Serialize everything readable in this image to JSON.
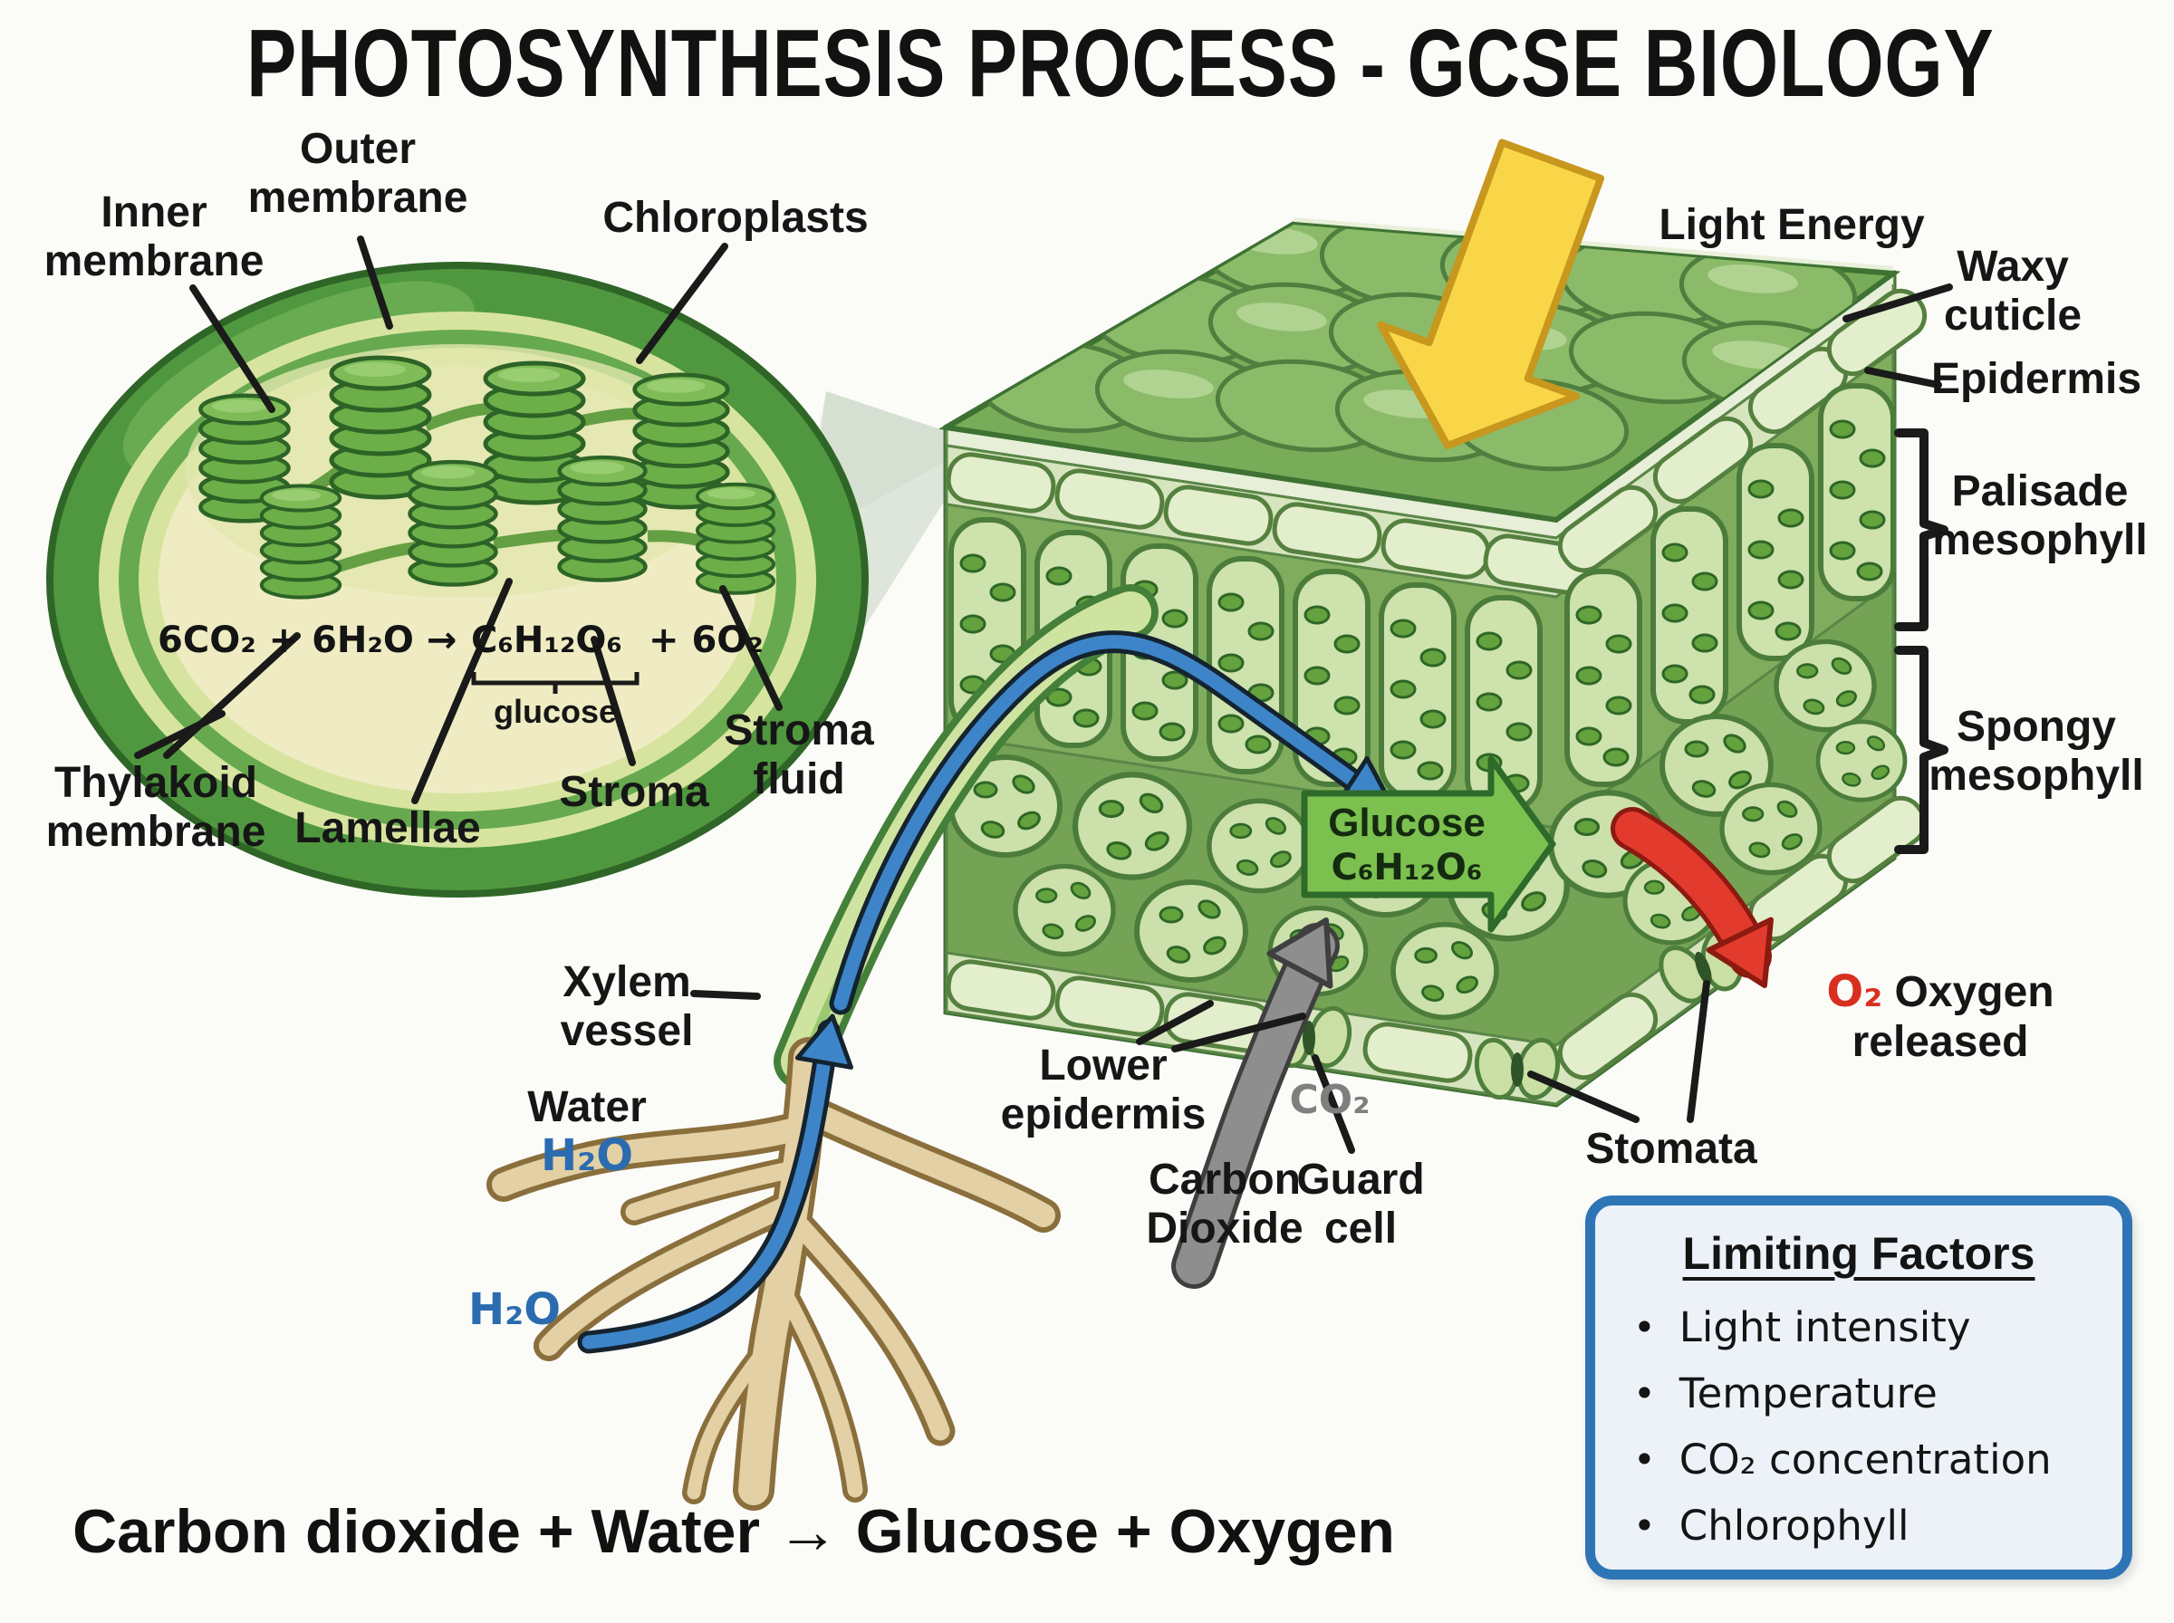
{
  "title": "PHOTOSYNTHESIS PROCESS - GCSE BIOLOGY",
  "chloroplast": {
    "labels": {
      "outer_membrane": "Outer\nmembrane",
      "inner_membrane": "Inner\nmembrane",
      "chloroplasts": "Chloroplasts",
      "thylakoid_membrane": "Thylakoid\nmembrane",
      "lamellae": "Lamellae",
      "stroma": "Stroma",
      "stroma_fluid": "Stroma\nfluid"
    },
    "equation": {
      "reactants": "6CO₂ + 6H₂O →",
      "glucose_formula": "C₆H₁₂O₆",
      "oxygen_term": "+ 6O₂",
      "bracket_label": "glucose"
    }
  },
  "leaf": {
    "labels": {
      "light_energy": "Light Energy",
      "waxy_cuticle": "Waxy cuticle",
      "epidermis": "Epidermis",
      "palisade_mesophyll": "Palisade\nmesophyll",
      "spongy_mesophyll": "Spongy\nmesophyll",
      "stomata": "Stomata",
      "guard_cell": "Guard\ncell",
      "lower_epidermis": "Lower\nepidermis"
    },
    "glucose_arrow": {
      "line1": "Glucose",
      "line2": "C₆H₁₂O₆"
    }
  },
  "inputs": {
    "xylem_vessel": "Xylem\nvessel",
    "water_label": "Water",
    "water_formula": "H₂O",
    "water_formula_source": "H₂O",
    "carbon_dioxide": "Carbon\nDioxide",
    "co2_formula": "CO₂"
  },
  "outputs": {
    "o2_formula": "O₂",
    "oxygen_line1": "Oxygen",
    "oxygen_line2": "released"
  },
  "limiting_factors": {
    "title": "Limiting Factors",
    "bullet": "•",
    "items": [
      "Light intensity",
      "Temperature",
      "CO₂ concentration",
      "Chlorophyll"
    ]
  },
  "bottom_equation": "Carbon dioxide + Water → Glucose + Oxygen",
  "colors": {
    "background": "#FBFBF8",
    "label_black": "#161616",
    "light_arrow_yellow": "#F9D648",
    "water_blue": "#3D85C8",
    "water_text_blue": "#2B6CB0",
    "co2_gray": "#8E8E8E",
    "oxygen_red": "#E23B2E",
    "glucose_green": "#7CC14F",
    "leaf_green": "#7FAD5D",
    "cell_light_green": "#CDE2AC",
    "chloroplast_green": "#56A047",
    "stroma_cream": "#EFECC3",
    "root_tan": "#E3D0A4",
    "box_border_blue": "#2E75B6",
    "box_background": "#EDF2F9"
  }
}
